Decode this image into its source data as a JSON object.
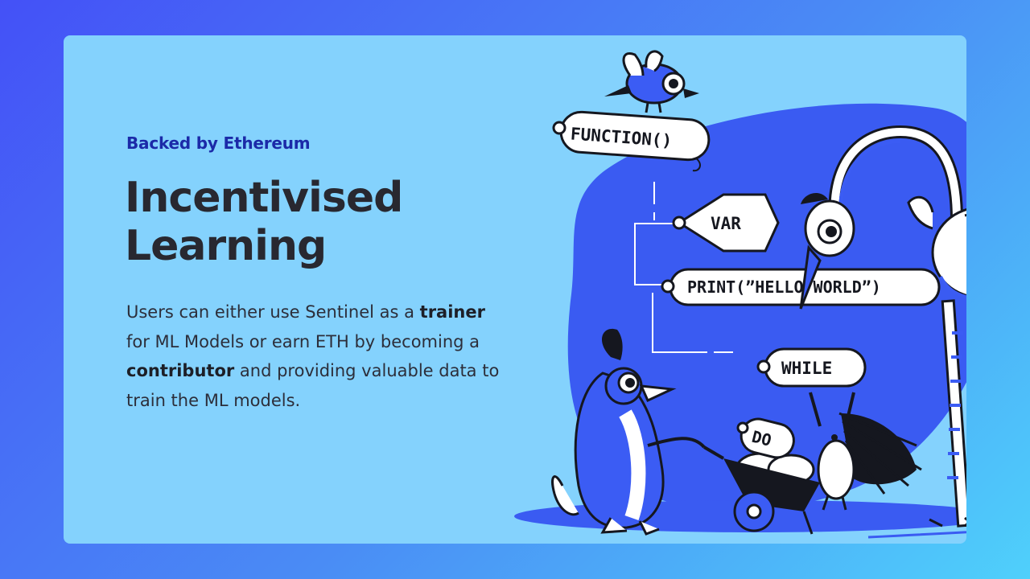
{
  "section": {
    "eyebrow": "Backed by Ethereum",
    "headline_line1": "Incentivised",
    "headline_line2": "Learning",
    "description": {
      "part1": "Users can either use Sentinel as a ",
      "bold1": "trainer",
      "part2": " for ML Models or earn ETH by becoming a ",
      "bold2": "contributor",
      "part3": " and providing valuable data to train the ML models."
    }
  },
  "illustration": {
    "tags": {
      "function": "FUNCTION()",
      "var": "VAR",
      "print": "PRINT(”HELLO WORLD”)",
      "while": "WHILE",
      "do": "DO"
    },
    "colors": {
      "blob": "#3a5bf2",
      "ink": "#15171f",
      "tag_fill": "#ffffff",
      "bird_blue": "#3b5cf4"
    }
  }
}
